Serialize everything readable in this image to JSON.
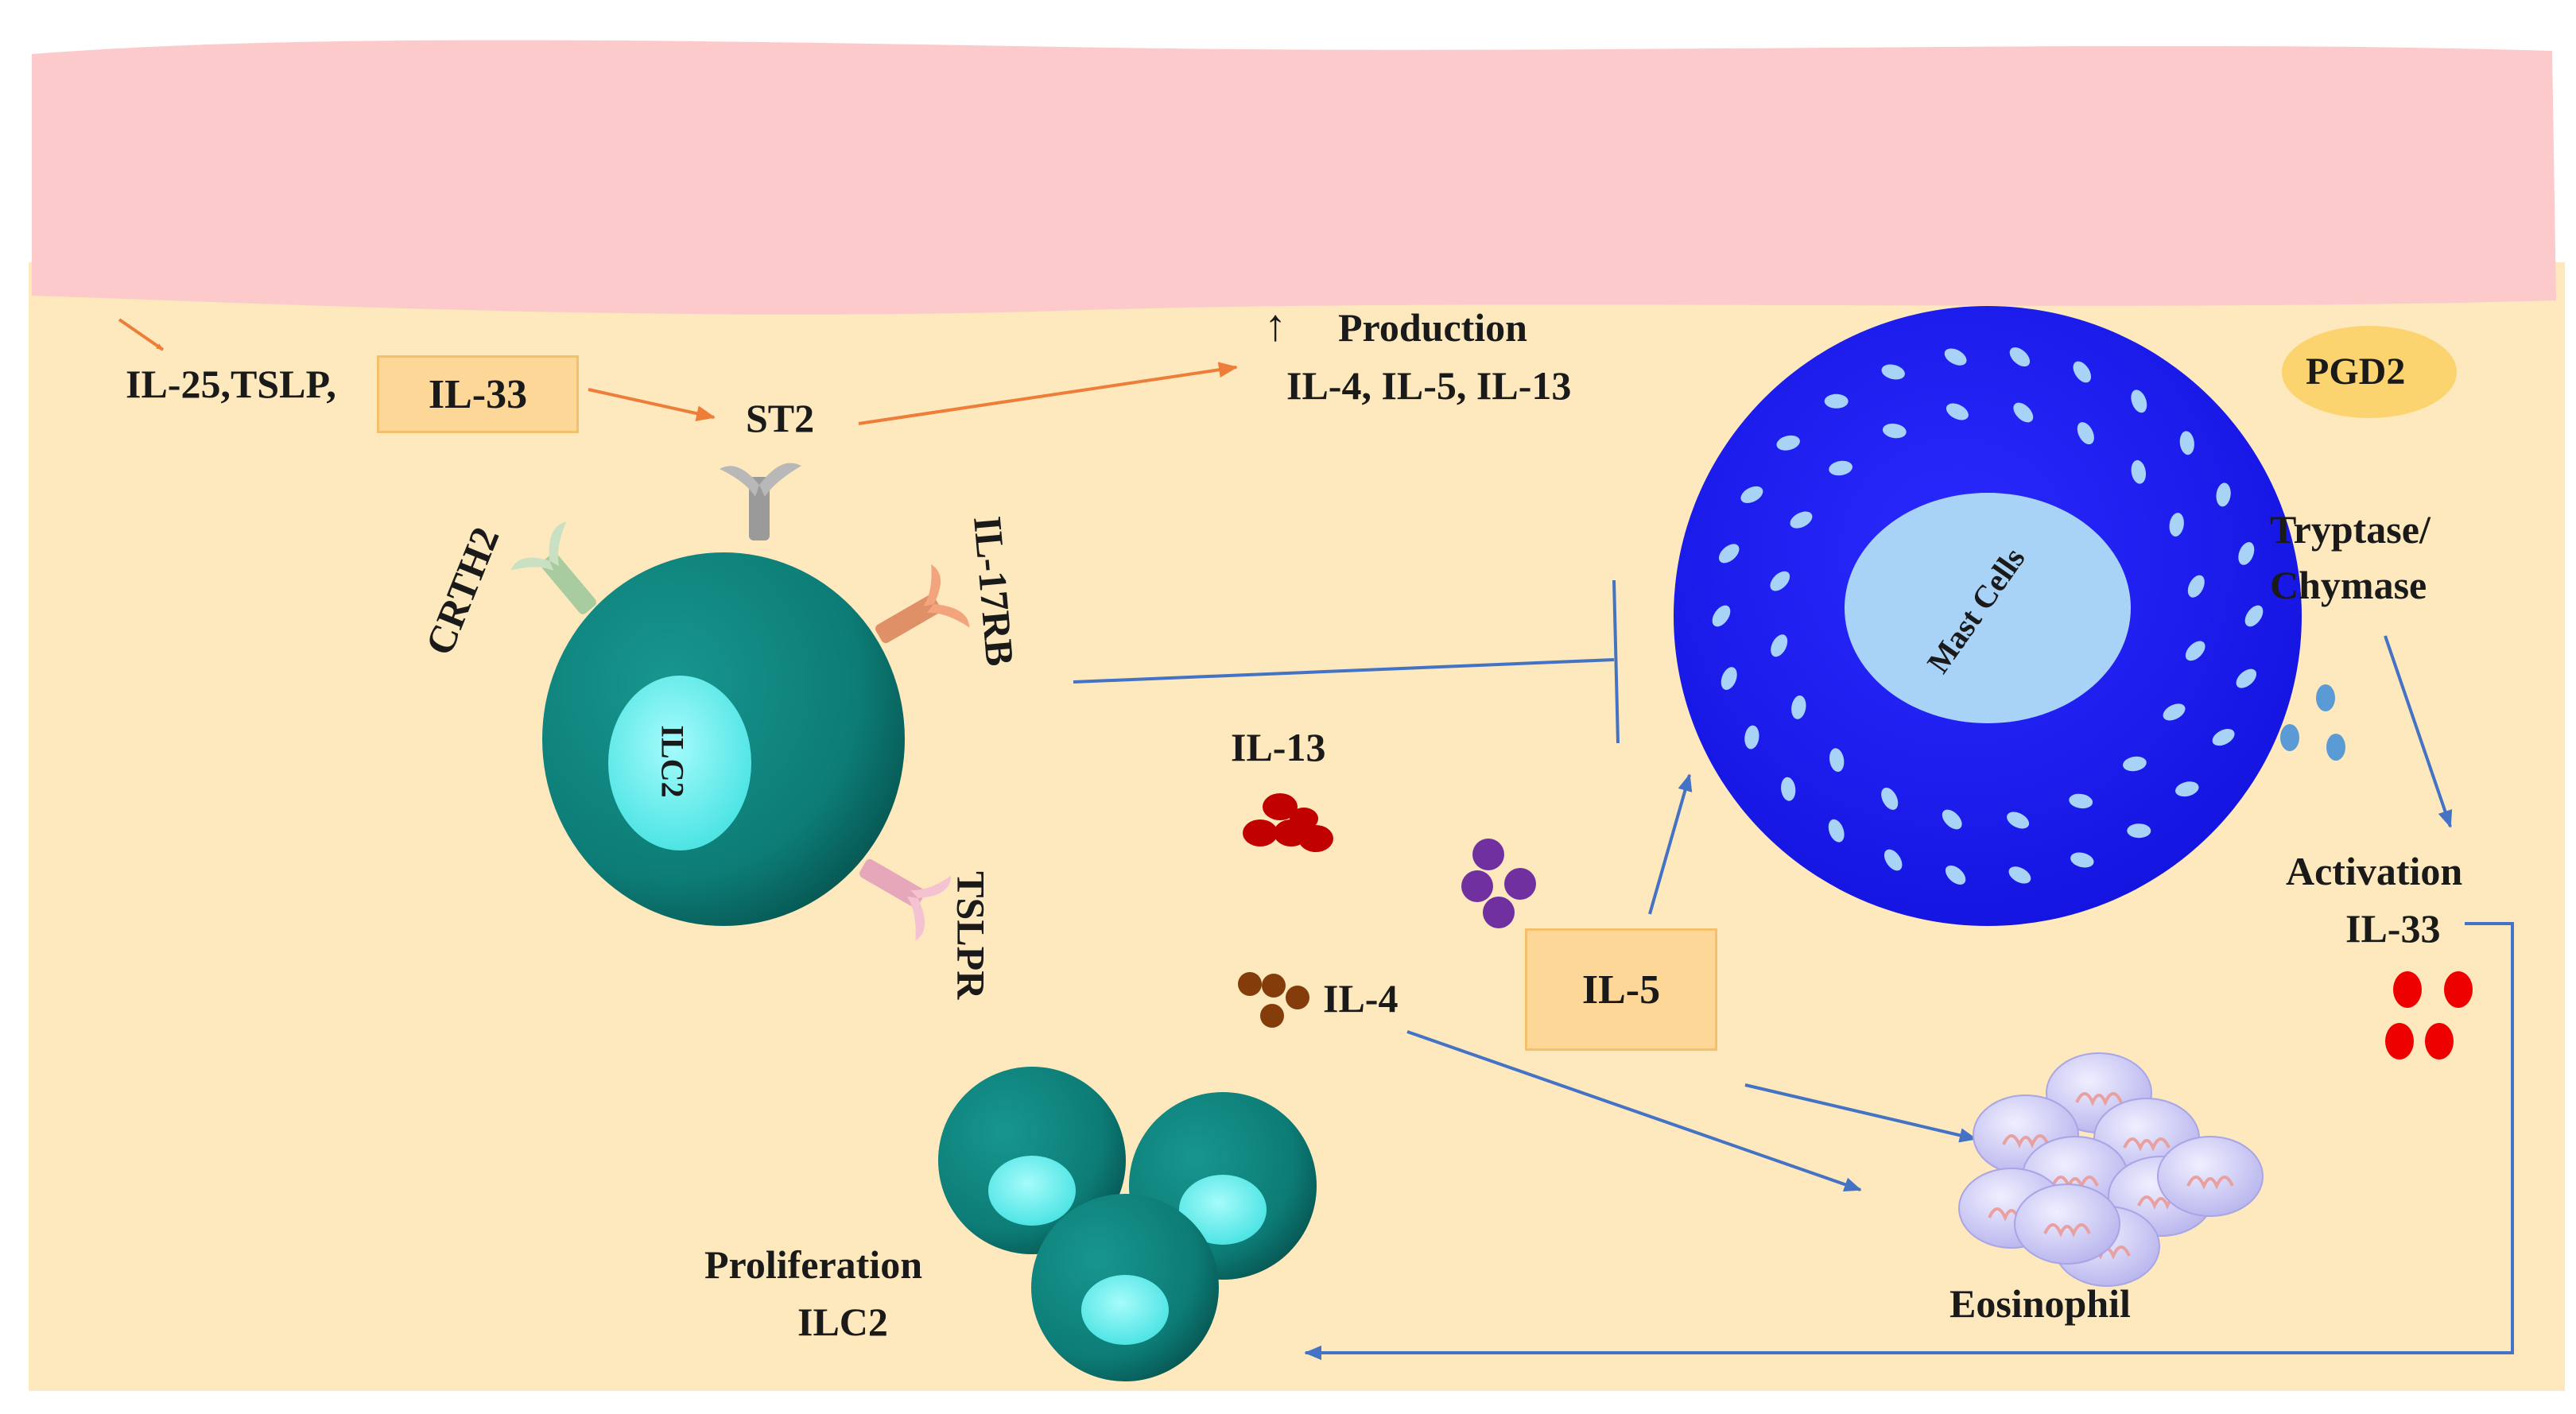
{
  "colors": {
    "epithelium": "#fccaca",
    "tissue": "#fde9bd",
    "ilc2_cell": "#0d7c76",
    "ilc2_nucleus": "#5ff1ef",
    "mast_cell": "#1616e6",
    "mast_nucleus": "#a9d2f7",
    "arrow_orange": "#ee7d3a",
    "arrow_blue": "#4472c4",
    "highlight_box": "#fcd797",
    "eosinophil": "#c9c7f2",
    "il13_dots": "#c10000",
    "il5_dots": "#7030a0",
    "il4_dots": "#843c0b",
    "tryptase_dots": "#5b9bd5",
    "il33_dots": "#ee0000"
  },
  "labels": {
    "alarmins_prefix": "IL-25,TSLP,",
    "il33_box": "IL-33",
    "st2": "ST2",
    "production_arrow": "↑",
    "production_title": "Production",
    "production_cytokines": "IL-4, IL-5, IL-13",
    "pgd2": "PGD2",
    "crth2": "CRTH2",
    "il17rb": "IL-17RB",
    "tslpr": "TSLPR",
    "ilc2_nucleus": "ILC2",
    "mast_nucleus": "Mast Cells",
    "tryptase_line1": "Tryptase/",
    "tryptase_line2": "Chymase",
    "il13": "IL-13",
    "il4": "IL-4",
    "il5_box": "IL-5",
    "activation_line1": "Activation",
    "activation_line2": "IL-33",
    "proliferation_line1": "Proliferation",
    "proliferation_line2": "ILC2",
    "eosinophil": "Eosinophil"
  }
}
